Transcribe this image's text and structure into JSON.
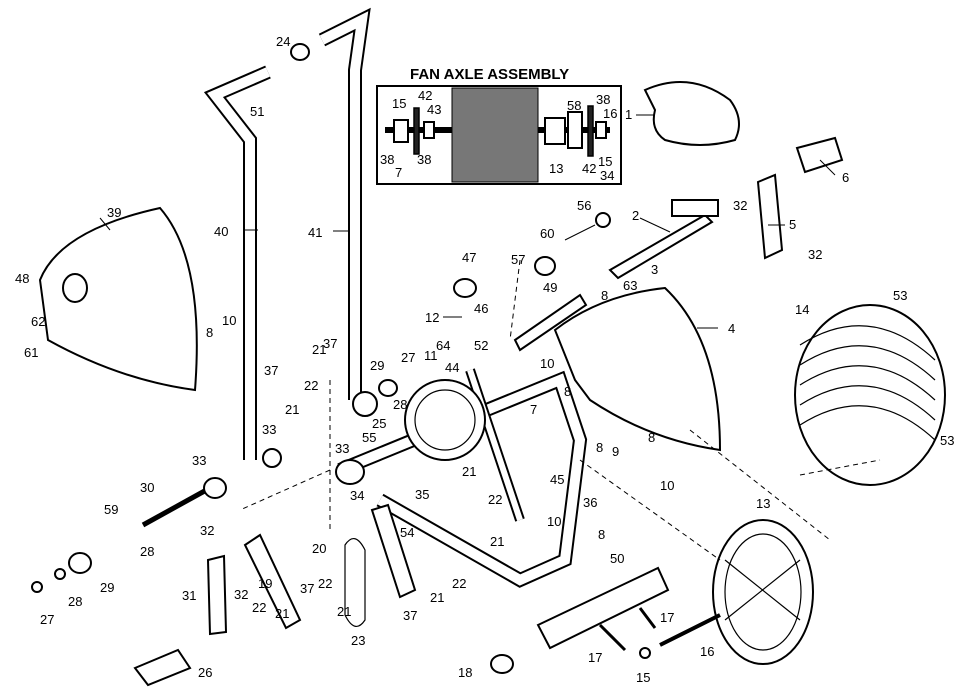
{
  "inset": {
    "title": "FAN AXLE ASSEMBLY"
  },
  "callouts": {
    "c1": "1",
    "c2": "2",
    "c3": "3",
    "c4": "4",
    "c5": "5",
    "c6": "6",
    "c7": "7",
    "c8": "8",
    "c9": "9",
    "c10": "10",
    "c12": "12",
    "c13": "13",
    "c14": "14",
    "c15": "15",
    "c16": "16",
    "c17": "17",
    "c18": "18",
    "c19": "19",
    "c20": "20",
    "c21": "21",
    "c22": "22",
    "c23": "23",
    "c24": "24",
    "c25": "25",
    "c26": "26",
    "c27": "27",
    "c28": "28",
    "c29": "29",
    "c30": "30",
    "c31": "31",
    "c32": "32",
    "c33": "33",
    "c34": "34",
    "c36": "36",
    "c37": "37",
    "c38": "38",
    "c39": "39",
    "c40": "40",
    "c41": "41",
    "c42": "42",
    "c43": "43",
    "c44": "44",
    "c45": "45",
    "c46": "46",
    "c47": "47",
    "c48": "48",
    "c49": "49",
    "c50": "50",
    "c51": "51",
    "c52": "52",
    "c53": "53",
    "c54": "54",
    "c55": "55",
    "c56": "56",
    "c57": "57",
    "c58": "58",
    "c59": "59",
    "c60": "60",
    "c61": "61",
    "c62": "62",
    "c63": "63",
    "c64": "64",
    "c11": "11",
    "c35": "35"
  }
}
